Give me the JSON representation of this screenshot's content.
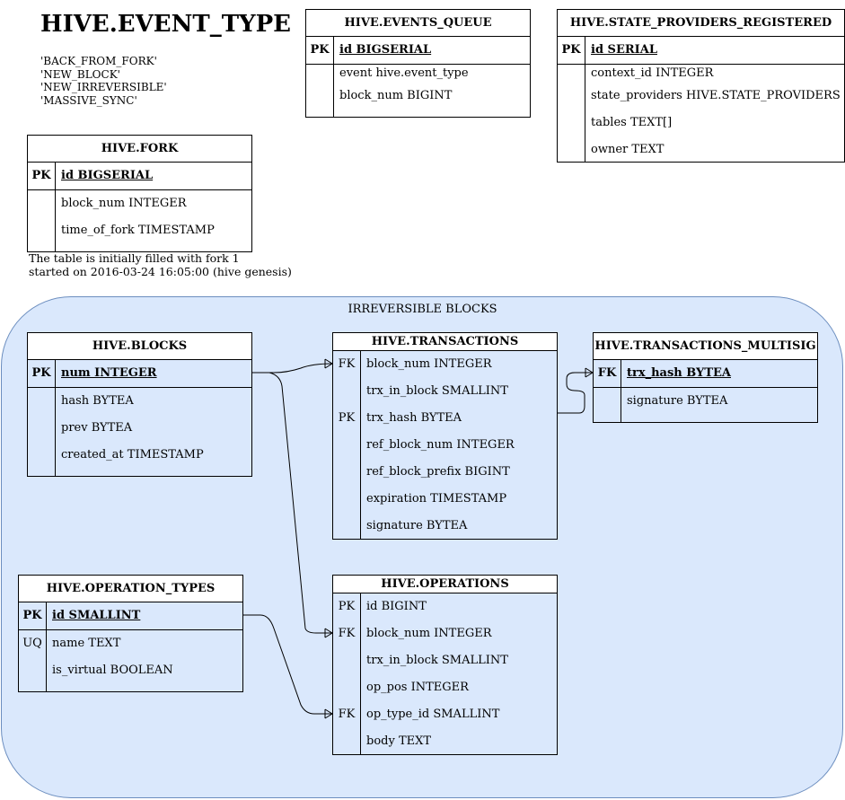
{
  "event_type": {
    "title": "HIVE.EVENT_TYPE",
    "values": [
      "'BACK_FROM_FORK'",
      "'NEW_BLOCK'",
      "'NEW_IRREVERSIBLE'",
      "'MASSIVE_SYNC'"
    ]
  },
  "events_queue": {
    "title": "HIVE.EVENTS_QUEUE",
    "pk_key": "PK",
    "pk_field": "id BIGSERIAL",
    "fields": [
      "event hive.event_type",
      "block_num BIGINT"
    ]
  },
  "state_providers": {
    "title": "HIVE.STATE_PROVIDERS_REGISTERED",
    "pk_key": "PK",
    "pk_field": "id SERIAL",
    "fields": [
      "context_id INTEGER",
      "state_providers HIVE.STATE_PROVIDERS",
      "tables TEXT[]",
      "owner TEXT"
    ]
  },
  "fork": {
    "title": "HIVE.FORK",
    "pk_key": "PK",
    "pk_field": "id BIGSERIAL",
    "fields": [
      "block_num INTEGER",
      "time_of_fork TIMESTAMP"
    ],
    "note": [
      "The table is initially filled with fork 1",
      "started on 2016-03-24 16:05:00 (hive genesis)"
    ]
  },
  "region_label": "IRREVERSIBLE BLOCKS",
  "blocks": {
    "title": "HIVE.BLOCKS",
    "pk_key": "PK",
    "pk_field": "num INTEGER",
    "fields": [
      "hash BYTEA",
      "prev BYTEA",
      "created_at TIMESTAMP"
    ]
  },
  "transactions": {
    "title": "HIVE.TRANSACTIONS",
    "rows": [
      {
        "key": "FK",
        "field": "block_num INTEGER"
      },
      {
        "key": "",
        "field": "trx_in_block SMALLINT"
      },
      {
        "key": "PK",
        "field": "trx_hash BYTEA"
      },
      {
        "key": "",
        "field": "ref_block_num INTEGER"
      },
      {
        "key": "",
        "field": "ref_block_prefix BIGINT"
      },
      {
        "key": "",
        "field": "expiration TIMESTAMP"
      },
      {
        "key": "",
        "field": "signature BYTEA"
      }
    ]
  },
  "multisig": {
    "title": "HIVE.TRANSACTIONS_MULTISIG",
    "pk_key": "FK",
    "pk_field": "trx_hash BYTEA",
    "fields": [
      "signature BYTEA"
    ]
  },
  "operation_types": {
    "title": "HIVE.OPERATION_TYPES",
    "pk_key": "PK",
    "pk_field": "id SMALLINT",
    "rows": [
      {
        "key": "UQ",
        "field": "name TEXT"
      },
      {
        "key": "",
        "field": "is_virtual BOOLEAN"
      }
    ]
  },
  "operations": {
    "title": "HIVE.OPERATIONS",
    "rows": [
      {
        "key": "PK",
        "field": "id BIGINT"
      },
      {
        "key": "FK",
        "field": "block_num INTEGER"
      },
      {
        "key": "",
        "field": "trx_in_block SMALLINT"
      },
      {
        "key": "",
        "field": "op_pos INTEGER"
      },
      {
        "key": "FK",
        "field": "op_type_id SMALLINT"
      },
      {
        "key": "",
        "field": "body TEXT"
      }
    ]
  },
  "colors": {
    "region_fill": "#dae8fc",
    "region_border": "#6c8ebf"
  }
}
